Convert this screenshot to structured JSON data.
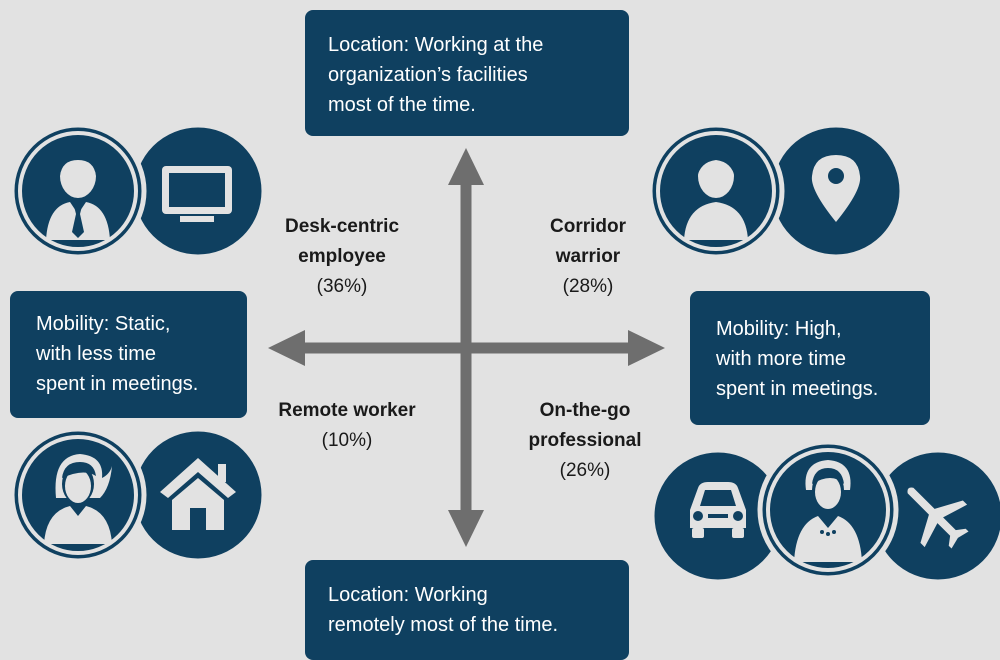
{
  "boxes": {
    "top": "Location: Working at the\norganization’s facilities\nmost of the time.",
    "left": "Mobility: Static,\nwith less time\nspent in meetings.",
    "right": "Mobility: High,\nwith more time\nspent in meetings.",
    "bottom": "Location: Working\nremotely most of the time."
  },
  "personas": {
    "desk_centric": {
      "name": "Desk-centric\nemployee",
      "percent": "(36%)"
    },
    "corridor_warrior": {
      "name": "Corridor\nwarrior",
      "percent": "(28%)"
    },
    "remote_worker": {
      "name": "Remote worker",
      "percent": "(10%)"
    },
    "on_the_go": {
      "name": "On-the-go\nprofessional",
      "percent": "(26%)"
    }
  },
  "colors": {
    "box_fill": "#0f4060",
    "icon_fill": "#0f4060",
    "arrow": "#6e6e6e",
    "background": "#e2e2e2"
  },
  "icons": [
    "man-with-tie-icon",
    "monitor-icon",
    "person-icon",
    "location-pin-icon",
    "woman-icon",
    "house-icon",
    "car-icon",
    "businesswoman-icon",
    "airplane-icon"
  ]
}
